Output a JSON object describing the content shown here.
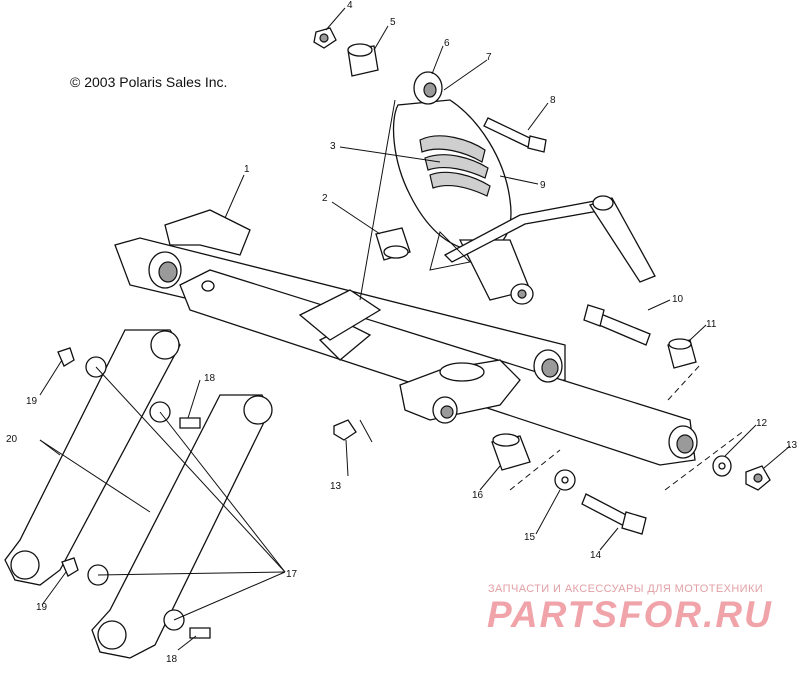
{
  "copyright": "© 2003 Polaris Sales Inc.",
  "watermark": {
    "tagline": "ЗАПЧАСТИ И АКСЕССУАРЫ ДЛЯ МОТОТЕХНИКИ",
    "brand": "PARTSFOR.RU"
  },
  "callouts": {
    "c1": "1",
    "c2": "2",
    "c3": "3",
    "c4": "4",
    "c5": "5",
    "c6": "6",
    "c7": "7",
    "c8": "8",
    "c9": "9",
    "c10": "10",
    "c11": "11",
    "c12": "12",
    "c13a": "13",
    "c13b": "13",
    "c14": "14",
    "c15": "15",
    "c16": "16",
    "c17": "17",
    "c18a": "18",
    "c18b": "18",
    "c19a": "19",
    "c19b": "19",
    "c20": "20"
  }
}
